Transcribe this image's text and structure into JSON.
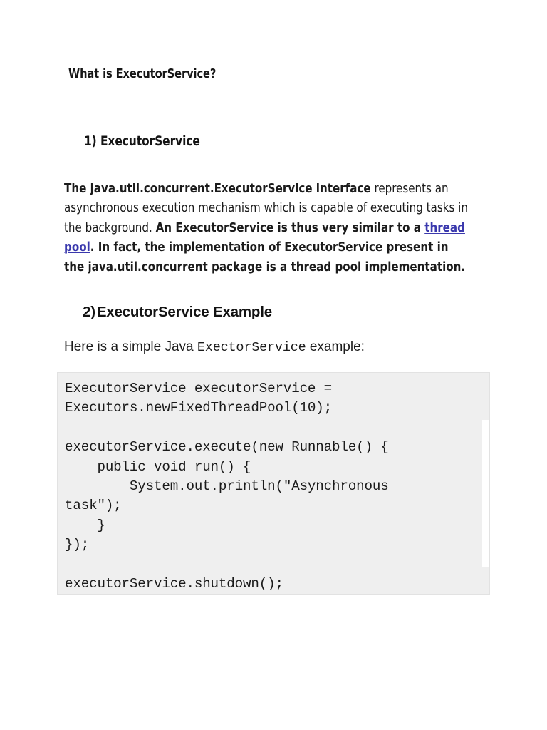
{
  "document": {
    "title": "What is ExecutorService?",
    "sections": [
      {
        "heading": "1) ExecutorService",
        "paragraph": {
          "parts": [
            {
              "text": "The java.util.concurrent.ExecutorService interface",
              "style": "bold"
            },
            {
              "text": " represents an asynchronous execution mechanism which is capable of executing tasks in the background. ",
              "style": "regular"
            },
            {
              "text": "An ExecutorService is thus very similar to a ",
              "style": "bold"
            },
            {
              "text": "thread pool",
              "style": "link"
            },
            {
              "text": ". In fact, the implementation of ExecutorService present in the java.util.concurrent package is a thread pool implementation.",
              "style": "bold"
            }
          ],
          "bold_lead": "The java.util.concurrent.ExecutorService interface",
          "regular_mid": " represents an asynchronous execution mechanism which is capable of executing tasks in the background. ",
          "bold_mid": "An ExecutorService is thus very similar to a ",
          "link_text": "thread pool",
          "bold_tail": ". In fact, the implementation of ExecutorService present in the java.util.concurrent package is a thread pool implementation."
        }
      },
      {
        "heading_number": "2)",
        "heading_text": "ExecutorService Example",
        "intro_before": "Here is a simple Java ",
        "intro_mono": "ExectorService",
        "intro_after": " example:",
        "code": "ExecutorService executorService =\nExecutors.newFixedThreadPool(10);\n\nexecutorService.execute(new Runnable() {\n    public void run() {\n        System.out.println(\"Asynchronous\ntask\");\n    }\n});\n\nexecutorService.shutdown();"
      }
    ]
  },
  "colors": {
    "link": "#3a38ad",
    "code_background": "#efefef",
    "code_border": "#e2e2e2",
    "page_background": "#ffffff",
    "text": "#1a1a1a"
  }
}
